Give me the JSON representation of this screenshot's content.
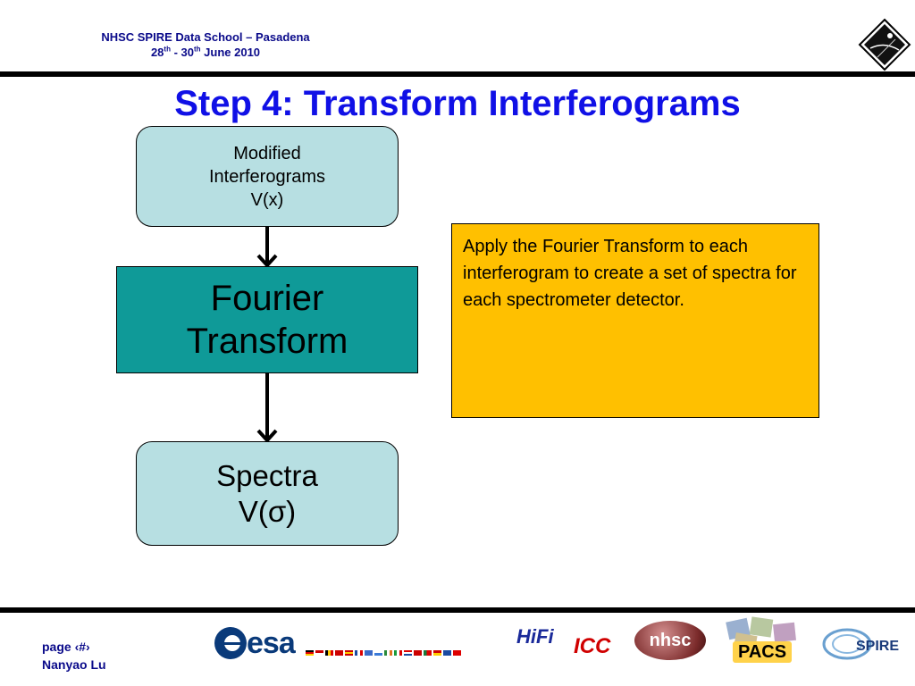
{
  "header": {
    "line1": "NHSC SPIRE Data School – Pasadena",
    "date_start": "28",
    "sup1": "th",
    "date_sep": " - 30",
    "sup2": "th",
    "date_end": " June 2010"
  },
  "title": "Step 4: Transform Interferograms",
  "flow": {
    "box1": {
      "line1": "Modified",
      "line2": "Interferograms",
      "line3": "V(x)"
    },
    "box2": {
      "line1": "Fourier",
      "line2": "Transform"
    },
    "box3": {
      "line1": "Spectra",
      "line2": "V(σ)"
    }
  },
  "note": "Apply the Fourier Transform to each interferogram to create a set of spectra for each spectrometer detector.",
  "footer": {
    "page": "page ‹#›",
    "author": "Nanyao Lu",
    "logos": {
      "esa": "esa",
      "hifi": "HiFi",
      "icc": "ICC",
      "nhsc": "nhsc",
      "pacs": "PACS",
      "spire": "SPIRE"
    }
  },
  "colors": {
    "title": "#1010e6",
    "header_text": "#0a0a8a",
    "rounded_box": "#b7dfe2",
    "fourier_box": "#0f9a98",
    "note_box": "#ffc000"
  },
  "icons": [
    "herschel-logo-icon",
    "esa-logo-icon",
    "flow-arrow-icon"
  ]
}
